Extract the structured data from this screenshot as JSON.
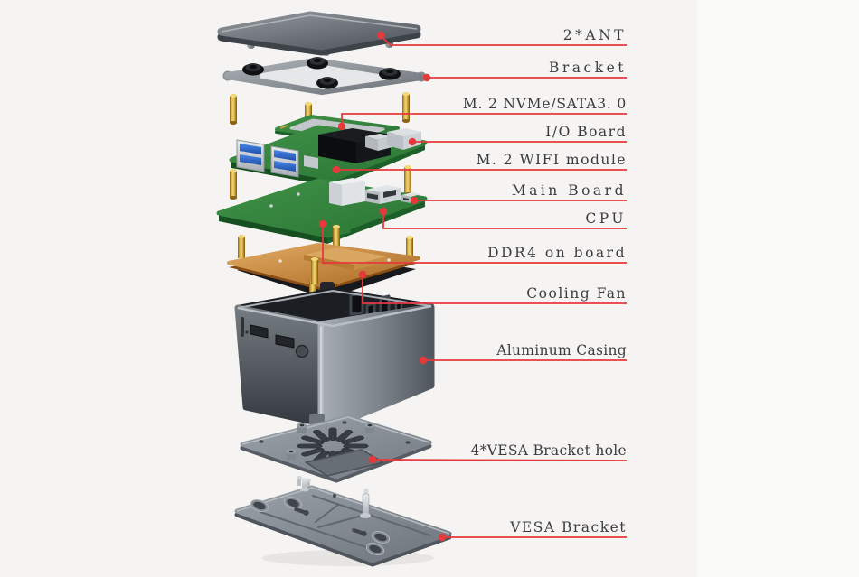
{
  "diagram": {
    "type": "exploded-view",
    "subject": "Mini PC exploded component diagram",
    "accent_color": "#e6393c",
    "label_color": "#3c3c3e",
    "background_color": "#f5f4f3"
  },
  "callouts": [
    {
      "id": "ant",
      "label": "2*ANT"
    },
    {
      "id": "bracket",
      "label": "Bracket"
    },
    {
      "id": "m2-nvme",
      "label": "M. 2 NVMe/SATA3. 0"
    },
    {
      "id": "io-board",
      "label": "I/O Board"
    },
    {
      "id": "m2-wifi",
      "label": "M. 2 WIFI module"
    },
    {
      "id": "main-board",
      "label": "Main Board"
    },
    {
      "id": "cpu",
      "label": "CPU"
    },
    {
      "id": "ddr4",
      "label": "DDR4 on board"
    },
    {
      "id": "cooling-fan",
      "label": "Cooling Fan"
    },
    {
      "id": "aluminum-casing",
      "label": "Aluminum Casing"
    },
    {
      "id": "vesa-hole",
      "label": "4*VESA Bracket hole"
    },
    {
      "id": "vesa-bracket",
      "label": "VESA Bracket"
    }
  ]
}
